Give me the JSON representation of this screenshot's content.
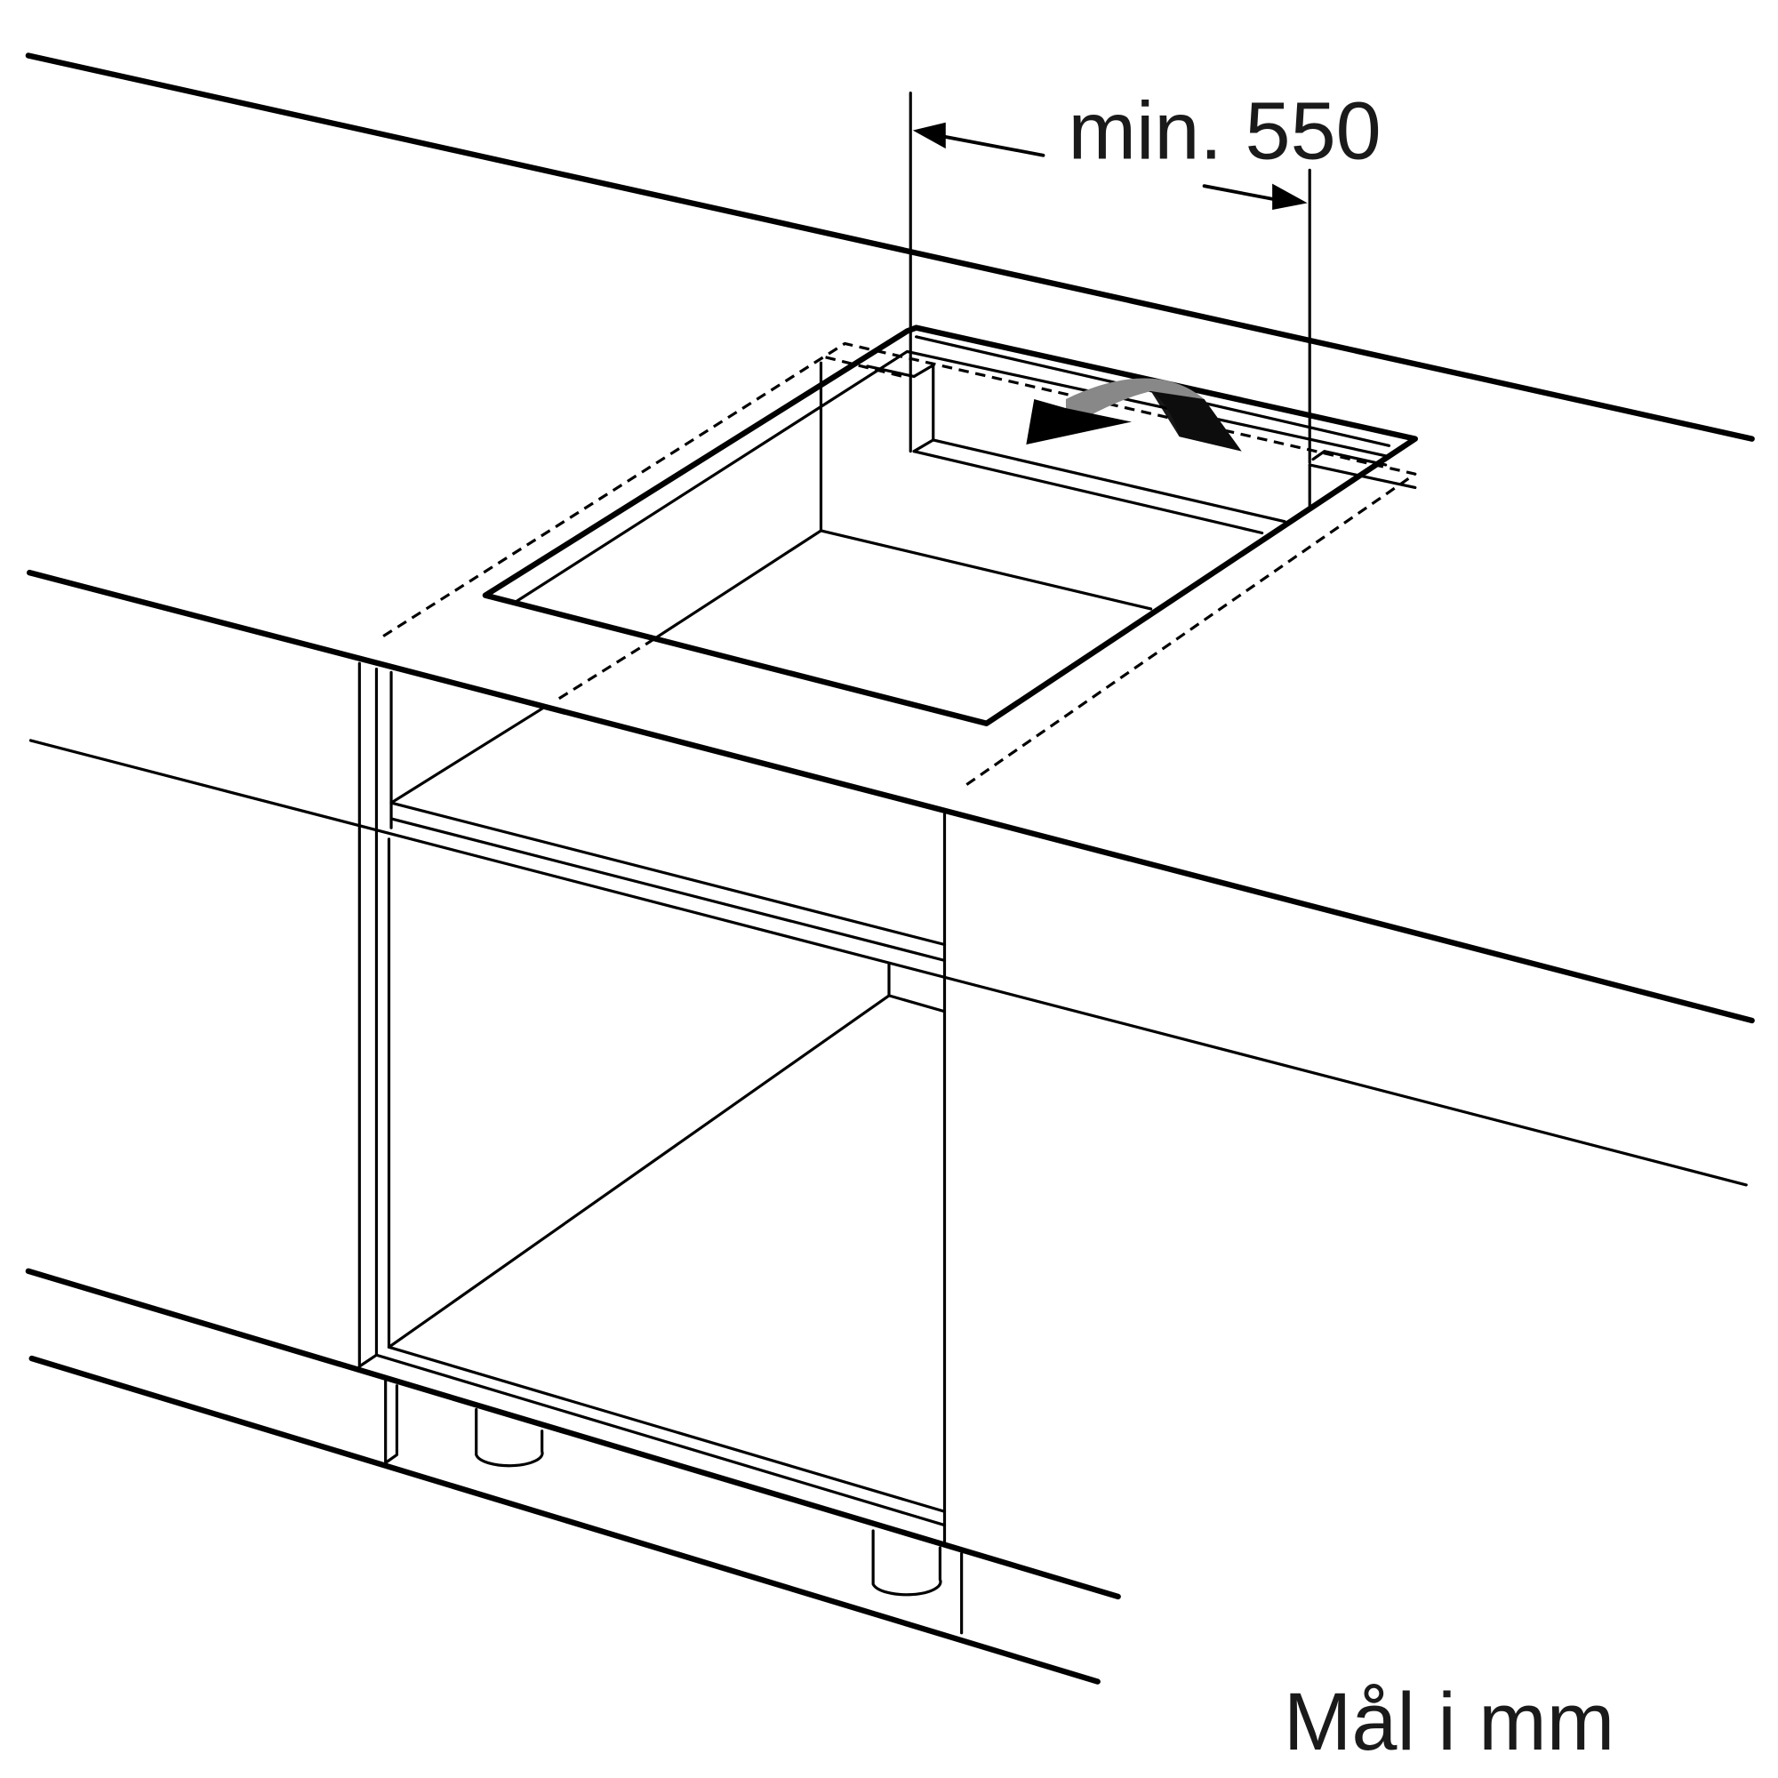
{
  "dimension": {
    "label": "min. 550",
    "value_mm": 550,
    "qualifier": "min."
  },
  "units_note": "Mål i mm",
  "colors": {
    "lines": "#000000",
    "rotate_arrow": "#888888"
  }
}
